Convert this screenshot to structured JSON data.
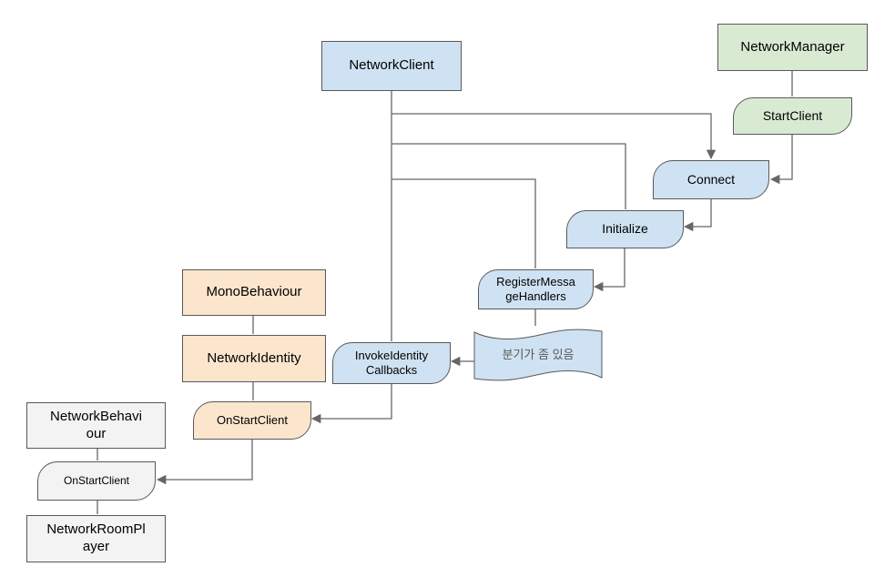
{
  "diagram": {
    "nodes": {
      "network_client": {
        "label": "NetworkClient"
      },
      "network_manager": {
        "label": "NetworkManager"
      },
      "start_client": {
        "label": "StartClient"
      },
      "connect": {
        "label": "Connect"
      },
      "initialize": {
        "label": "Initialize"
      },
      "register_message_handlers": {
        "label": "RegisterMessageHandlers"
      },
      "branch_note": {
        "label": "분기가 좀 있음"
      },
      "invoke_identity_callbacks": {
        "label": "InvokeIdentityCallbacks"
      },
      "mono_behaviour": {
        "label": "MonoBehaviour"
      },
      "network_identity": {
        "label": "NetworkIdentity"
      },
      "on_start_client_identity": {
        "label": "OnStartClient"
      },
      "network_behaviour": {
        "label": "NetworkBehaviour"
      },
      "on_start_client_behaviour": {
        "label": "OnStartClient"
      },
      "network_room_player": {
        "label": "NetworkRoomPlayer"
      }
    },
    "edges": [
      {
        "from": "network_manager",
        "to": "start_client",
        "arrow": false
      },
      {
        "from": "start_client",
        "to": "connect",
        "arrow": true
      },
      {
        "from": "network_client",
        "to": "connect",
        "arrow": true
      },
      {
        "from": "network_client",
        "to": "initialize",
        "arrow": false
      },
      {
        "from": "network_client",
        "to": "register_message_handlers",
        "arrow": false
      },
      {
        "from": "network_client",
        "to": "invoke_identity_callbacks",
        "arrow": false
      },
      {
        "from": "connect",
        "to": "initialize",
        "arrow": true
      },
      {
        "from": "initialize",
        "to": "register_message_handlers",
        "arrow": true
      },
      {
        "from": "register_message_handlers",
        "to": "branch_note",
        "arrow": false
      },
      {
        "from": "branch_note",
        "to": "invoke_identity_callbacks",
        "arrow": true
      },
      {
        "from": "invoke_identity_callbacks",
        "to": "on_start_client_identity",
        "arrow": true
      },
      {
        "from": "mono_behaviour",
        "to": "network_identity",
        "arrow": false
      },
      {
        "from": "network_identity",
        "to": "on_start_client_identity",
        "arrow": false
      },
      {
        "from": "on_start_client_identity",
        "to": "on_start_client_behaviour",
        "arrow": true
      },
      {
        "from": "network_behaviour",
        "to": "on_start_client_behaviour",
        "arrow": false
      },
      {
        "from": "on_start_client_behaviour",
        "to": "network_room_player",
        "arrow": false
      }
    ],
    "colors": {
      "blue_fill": "#cfe2f3",
      "green_fill": "#d9ead3",
      "orange_fill": "#fce5cd",
      "gray_fill": "#f3f3f3",
      "border": "#595959",
      "connector": "#666666",
      "note_text": "#595959"
    }
  }
}
